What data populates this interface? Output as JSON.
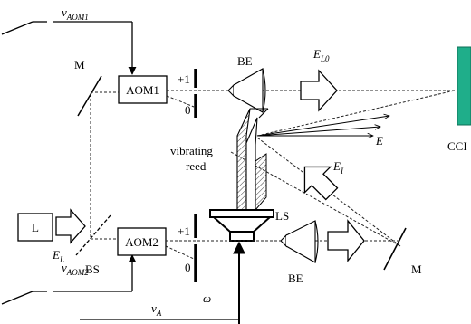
{
  "labels": {
    "nu_aom1": "ν",
    "nu_aom1_sub": "AOM1",
    "nu_aom2": "ν",
    "nu_aom2_sub": "AOM2",
    "nu_a": "ν",
    "nu_a_sub": "A",
    "omega": "ω",
    "mirror_top": "M",
    "mirror_bottom": "M",
    "aom1": "AOM1",
    "aom2": "AOM2",
    "plus1_top": "+1",
    "zero_top": "0",
    "plus1_bottom": "+1",
    "zero_bottom": "0",
    "be_top": "BE",
    "be_bottom": "BE",
    "e_l0": "E",
    "e_l0_sub": "L0",
    "e": "E",
    "e_i": "E",
    "e_i_sub": "I",
    "ccd": "CCI",
    "vibrating": "vibrating",
    "reed": "reed",
    "ls": "LS",
    "laser": "L",
    "e_l": "E",
    "e_l_sub": "L",
    "bs": "BS"
  },
  "colors": {
    "ccd_fill": "#1fae8a",
    "line": "#000000",
    "dashed": "#222222"
  }
}
